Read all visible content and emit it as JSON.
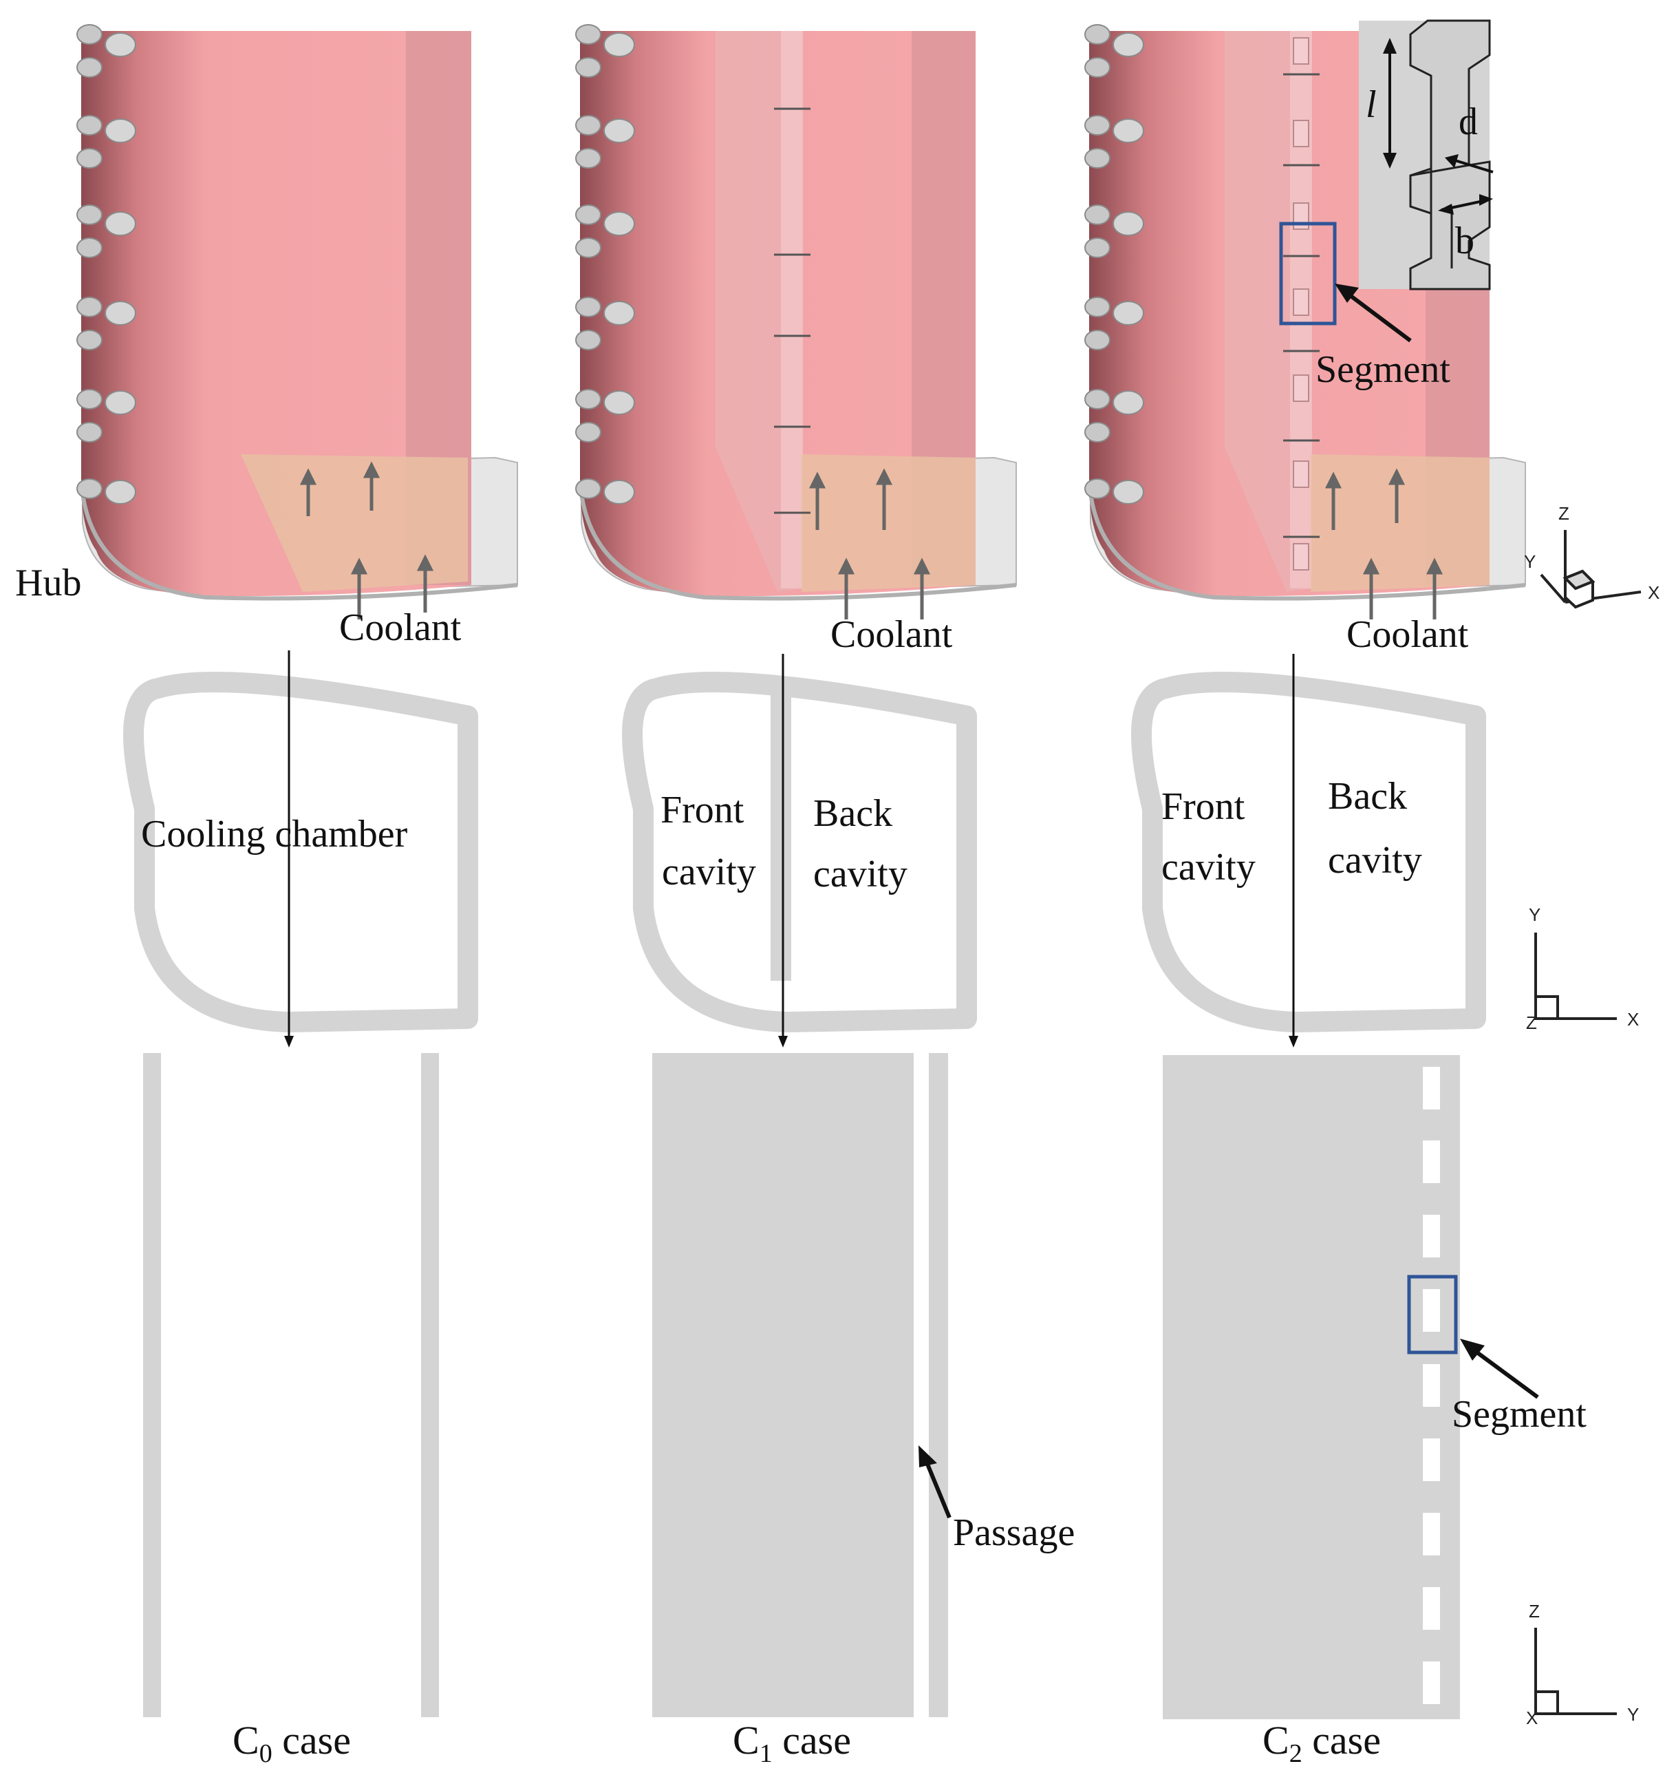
{
  "labels": {
    "hub": "Hub",
    "coolant": "Coolant",
    "segment": "Segment",
    "cooling_chamber": "Cooling chamber",
    "front": "Front",
    "back": "Back",
    "cavity": "cavity",
    "passage": "Passage",
    "dim_l": "l",
    "dim_d": "d",
    "dim_b": "b"
  },
  "captions": {
    "c0_main": "C",
    "c0_sub": "0",
    "c0_rest": " case",
    "c1_main": "C",
    "c1_sub": "1",
    "c1_rest": " case",
    "c2_main": "C",
    "c2_sub": "2",
    "c2_rest": " case"
  },
  "axes": {
    "x": "X",
    "y": "Y",
    "z": "Z"
  },
  "colors": {
    "blade_pink": "#f2a3a6",
    "blade_dark": "#a05a5f",
    "coolant_inlet": "#e9c0a2",
    "wall_grey": "#d4d4d4",
    "highlight_box": "#2f5597"
  }
}
